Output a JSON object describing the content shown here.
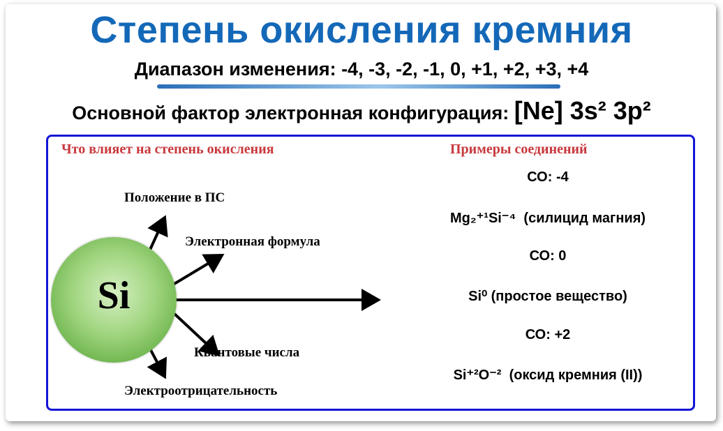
{
  "title": "Степень окисления кремния",
  "range": "Диапазон изменения: -4, -3, -2, -1, 0, +1, +2, +3, +4",
  "factor": {
    "label": "Основной фактор электронная конфигурация:",
    "config": "[Ne] 3s² 3p²"
  },
  "diagram": {
    "left_header": "Что влияет на степень окисления",
    "right_header": "Примеры соединений",
    "atom": "Si",
    "factors": [
      "Положение в ПС",
      "Электронная формула",
      "Квантовые числа",
      "Электроотрицательность"
    ],
    "examples": [
      "СО: -4",
      "Mg₂⁺¹Si⁻⁴  (силицид магния)",
      "СО: 0",
      "Si⁰ (простое вещество)",
      "СО: +2",
      "Si⁺²O⁻²  (оксид кремния (II))"
    ]
  },
  "colors": {
    "title": "#1468b8",
    "frame": "#1414d8",
    "header": "#c8383c",
    "atom": "#7cc05a"
  }
}
